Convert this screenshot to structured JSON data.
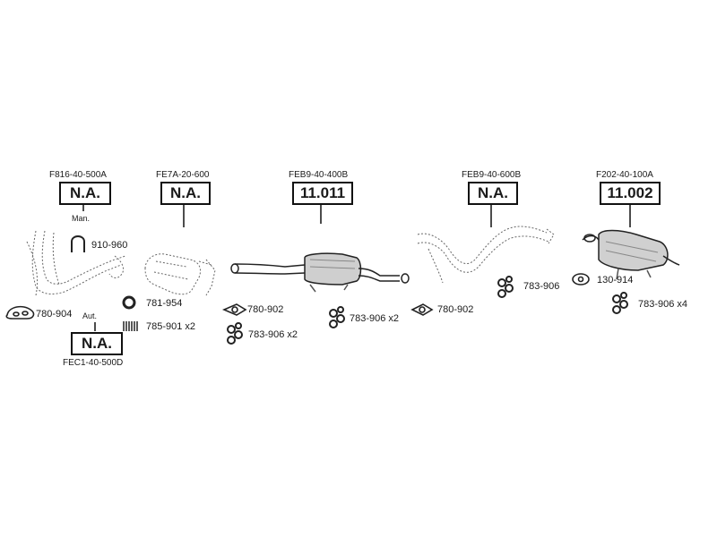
{
  "parts": {
    "front_pipe": {
      "code": "F816-40-500A",
      "status": "N.A.",
      "note": "Man."
    },
    "front_pipe_aut": {
      "code": "FEC1-40-500D",
      "status": "N.A.",
      "note": "Aut."
    },
    "catalyst": {
      "code": "FE7A-20-600",
      "status": "N.A."
    },
    "middle_silencer": {
      "code": "FEB9-40-400B",
      "status": "11.011"
    },
    "intermediate_pipe": {
      "code": "FEB9-40-600B",
      "status": "N.A."
    },
    "rear_silencer": {
      "code": "F202-40-100A",
      "status": "11.002"
    }
  },
  "accessories": {
    "clamp_910_960": "910-960",
    "gasket_780_904": "780-904",
    "ring_781_954": "781-954",
    "spring_785_901": "785-901 x2",
    "gasket_780_902_a": "780-902",
    "hanger_783_906_a": "783-906 x2",
    "hanger_783_906_b": "783-906 x2",
    "gasket_780_902_b": "780-902",
    "hanger_783_906_c": "783-906",
    "gasket_130_914": "130-914",
    "hanger_783_906_d": "783-906 x4"
  }
}
